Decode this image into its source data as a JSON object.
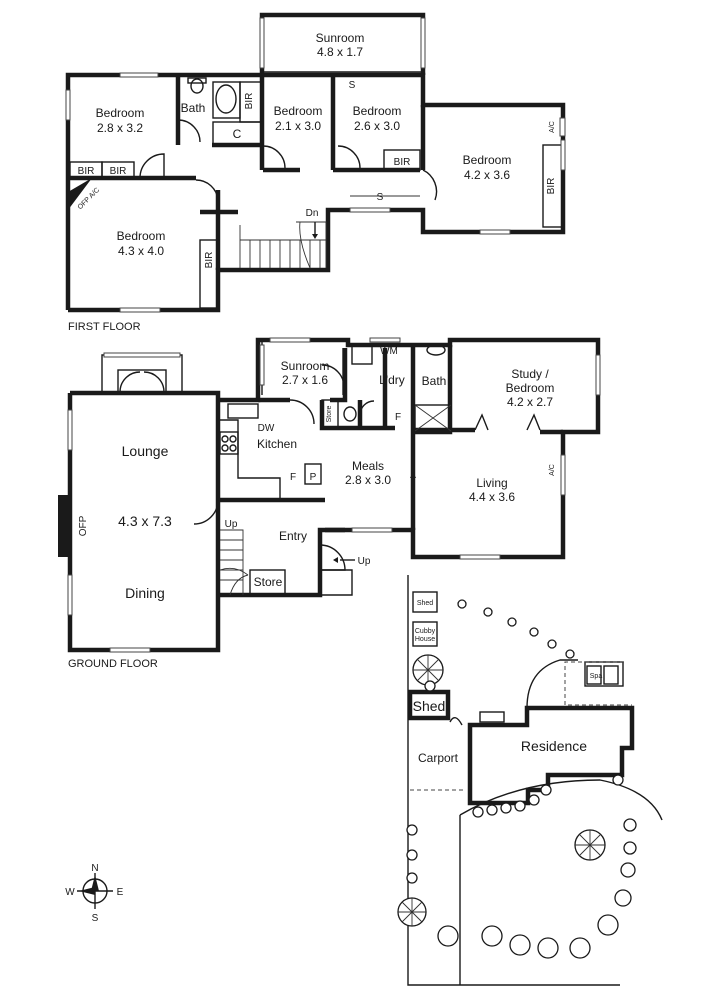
{
  "floors": {
    "first": "FIRST FLOOR",
    "ground": "GROUND FLOOR"
  },
  "first_floor": {
    "sunroom": {
      "name": "Sunroom",
      "size": "4.8 x 1.7"
    },
    "bedroom_nw": {
      "name": "Bedroom",
      "size": "2.8 x 3.2"
    },
    "bath": "Bath",
    "bedroom_2": {
      "name": "Bedroom",
      "size": "2.1 x 3.0"
    },
    "bedroom_3": {
      "name": "Bedroom",
      "size": "2.6 x 3.0"
    },
    "bedroom_e": {
      "name": "Bedroom",
      "size": "4.2 x 3.6"
    },
    "bedroom_sw": {
      "name": "Bedroom",
      "size": "4.3 x 4.0"
    },
    "bir": "BIR",
    "c": "C",
    "s": "S",
    "ac": "A/C",
    "ofp_ac": "OFP A/C",
    "dn": "Dn"
  },
  "ground_floor": {
    "lounge": "Lounge",
    "lounge_size": "4.3 x 7.3",
    "dining": "Dining",
    "ofp": "OFP",
    "sunroom": {
      "name": "Sunroom",
      "size": "2.7 x 1.6"
    },
    "wm": "WM",
    "laundry": "L'dry",
    "bath": "Bath",
    "study": {
      "name1": "Study /",
      "name2": "Bedroom",
      "size": "4.2 x 2.7"
    },
    "store": "Store",
    "f": "F",
    "p": "P",
    "dw": "DW",
    "kitchen": "Kitchen",
    "meals": {
      "name": "Meals",
      "size": "2.8 x 3.0"
    },
    "living": {
      "name": "Living",
      "size": "4.4 x 3.6"
    },
    "ac": "A/C",
    "entry": "Entry",
    "up": "Up"
  },
  "site": {
    "shed_small": "Shed",
    "cubby1": "Cubby",
    "cubby2": "House",
    "spa": "Spa",
    "shed": "Shed",
    "residence": "Residence",
    "carport": "Carport"
  },
  "compass": {
    "n": "N",
    "s": "S",
    "e": "E",
    "w": "W"
  }
}
